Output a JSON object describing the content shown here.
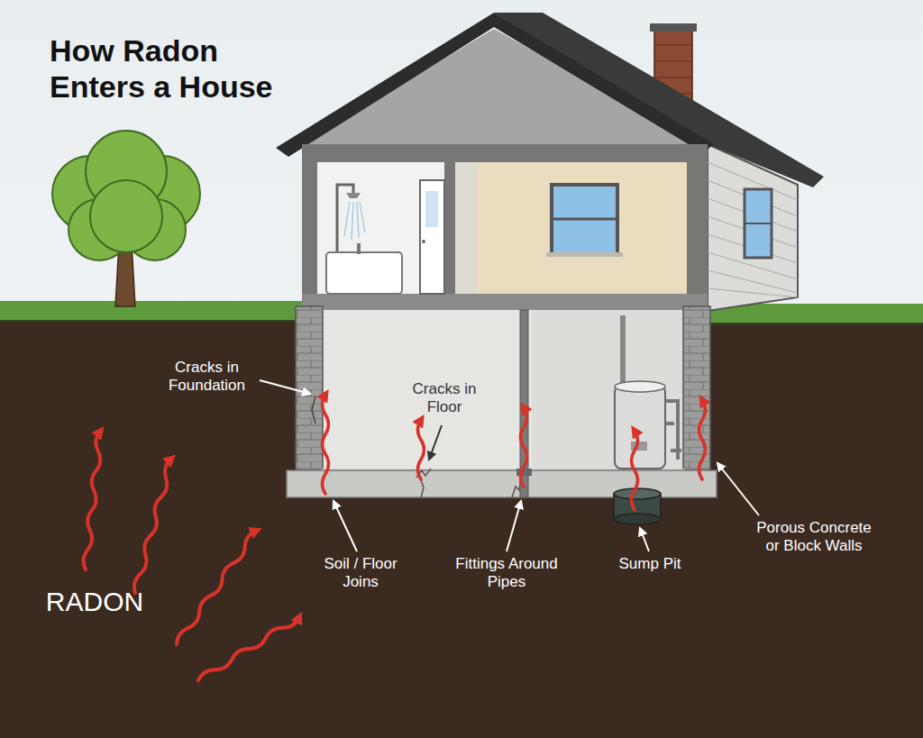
{
  "diagram": {
    "title": "How Radon Enters a House",
    "labels": [
      "Cracks in Foundation",
      "Cracks in Floor",
      "Soil / Floor Joins",
      "Fittings Around Pipes",
      "Sump Pit",
      "Porous Concrete or Block Walls",
      "RADON"
    ]
  }
}
